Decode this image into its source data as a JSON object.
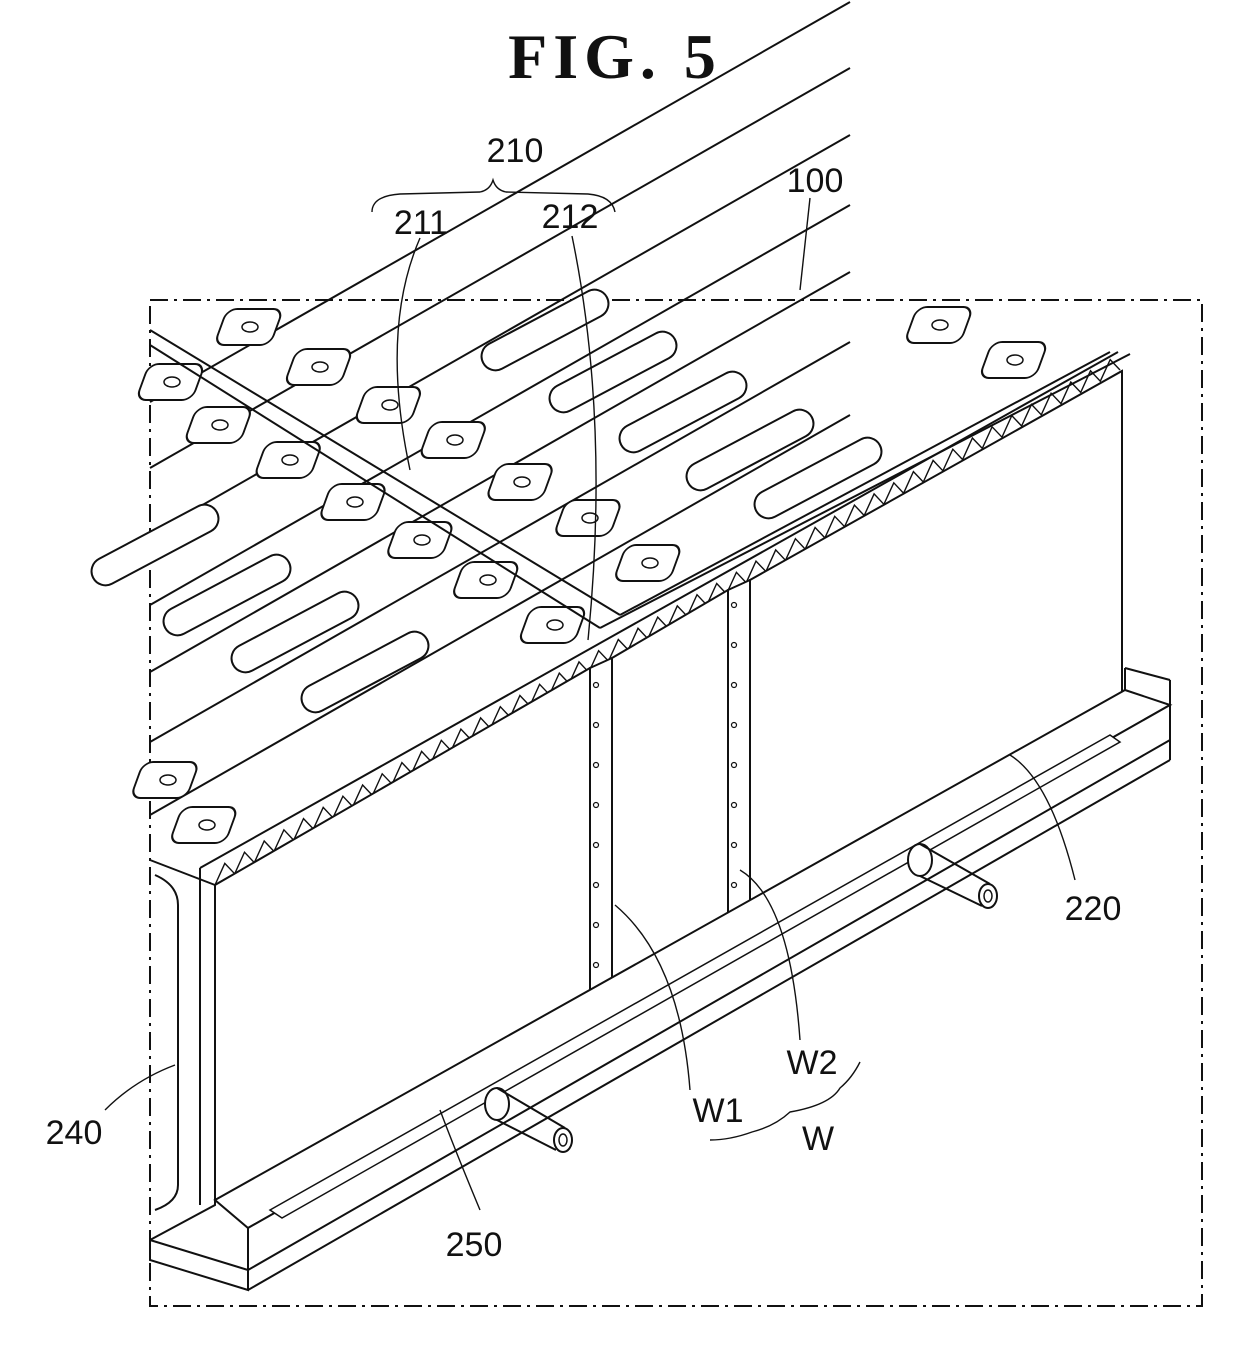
{
  "figure": {
    "title": "FIG. 5"
  },
  "labels": {
    "l210": "210",
    "l211": "211",
    "l212": "212",
    "l100": "100",
    "l220": "220",
    "l240": "240",
    "l250": "250",
    "lW1": "W1",
    "lW2": "W2",
    "lW": "W"
  },
  "colors": {
    "ink": "#111111",
    "background": "#ffffff"
  }
}
